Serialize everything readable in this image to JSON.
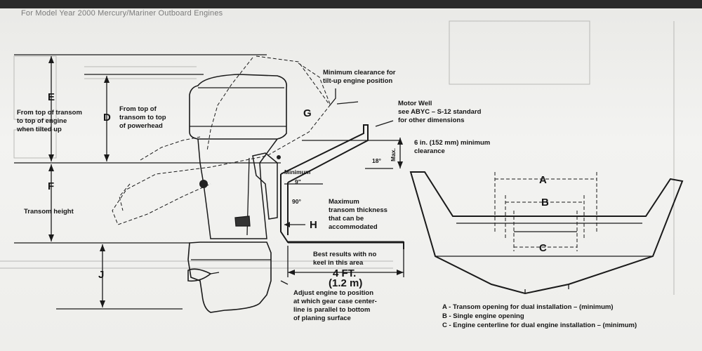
{
  "header": {
    "subtitle": "For Model Year 2000 Mercury/Mariner Outboard Engines"
  },
  "dimension_letters": {
    "A": "A",
    "B": "B",
    "C": "C",
    "D": "D",
    "E": "E",
    "F": "F",
    "G": "G",
    "H": "H",
    "J": "J"
  },
  "left_labels": {
    "e_line1": "From top of transom",
    "e_line2": "to top of engine",
    "e_line3": "when tilted up",
    "d_line1": "From top of",
    "d_line2": "transom to top",
    "d_line3": "of powerhead",
    "f_label": "Transom height"
  },
  "engine_labels": {
    "clearance_line1": "Minimum clearance for",
    "clearance_line2": "tilt-up engine position",
    "well_line1": "Motor Well",
    "well_line2": "see ABYC – S-12 standard",
    "well_line3": "for other dimensions",
    "six_in_line1": "6 in. (152 mm) minimum",
    "six_in_line2": "clearance",
    "max": "Max.",
    "angle_18": "18°",
    "minimum": "Minimum",
    "nine_in": "9\"",
    "angle_90": "90°",
    "thick_line1": "Maximum",
    "thick_line2": "transom thickness",
    "thick_line3": "that can be",
    "thick_line4": "accommodated",
    "keel_line1": "Best results with no",
    "keel_line2": "keel in this area",
    "four_ft": "4 FT.",
    "meters": "(1.2 m)",
    "adjust_line1": "Adjust engine to position",
    "adjust_line2": "at which gear case center-",
    "adjust_line3": "line is parallel to bottom",
    "adjust_line4": "of planing surface"
  },
  "legend": {
    "a": "A - Transom opening for dual installation – (minimum)",
    "b": "B - Single engine opening",
    "c": "C - Engine centerline for dual engine installation – (minimum)"
  }
}
